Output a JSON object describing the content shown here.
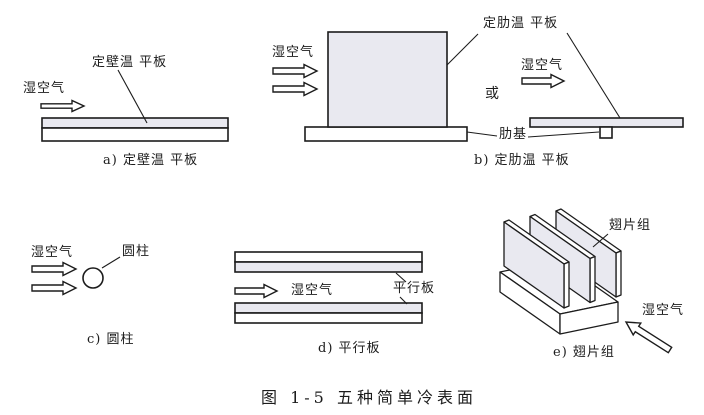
{
  "figure": {
    "caption": "图 1-5 五种简单冷表面"
  },
  "colors": {
    "line": "#1c1c1c",
    "light_fill": "#e9e9f0",
    "white_fill": "#ffffff"
  },
  "panels": {
    "a": {
      "caption": "a) 定壁温 平板",
      "wet_air": "湿空气",
      "plate_label": "定壁温 平板"
    },
    "b": {
      "caption": "b) 定肋温 平板",
      "wet_air_left": "湿空气",
      "plate_label": "定肋温 平板",
      "or": "或",
      "wet_air_right": "湿空气",
      "rib_base": "肋基"
    },
    "c": {
      "caption": "c) 圆柱",
      "wet_air": "湿空气",
      "cylinder_label": "圆柱"
    },
    "d": {
      "caption": "d) 平行板",
      "wet_air": "湿空气",
      "plates_label": "平行板"
    },
    "e": {
      "caption": "e) 翅片组",
      "fin_group_label": "翅片组",
      "wet_air": "湿空气"
    }
  }
}
